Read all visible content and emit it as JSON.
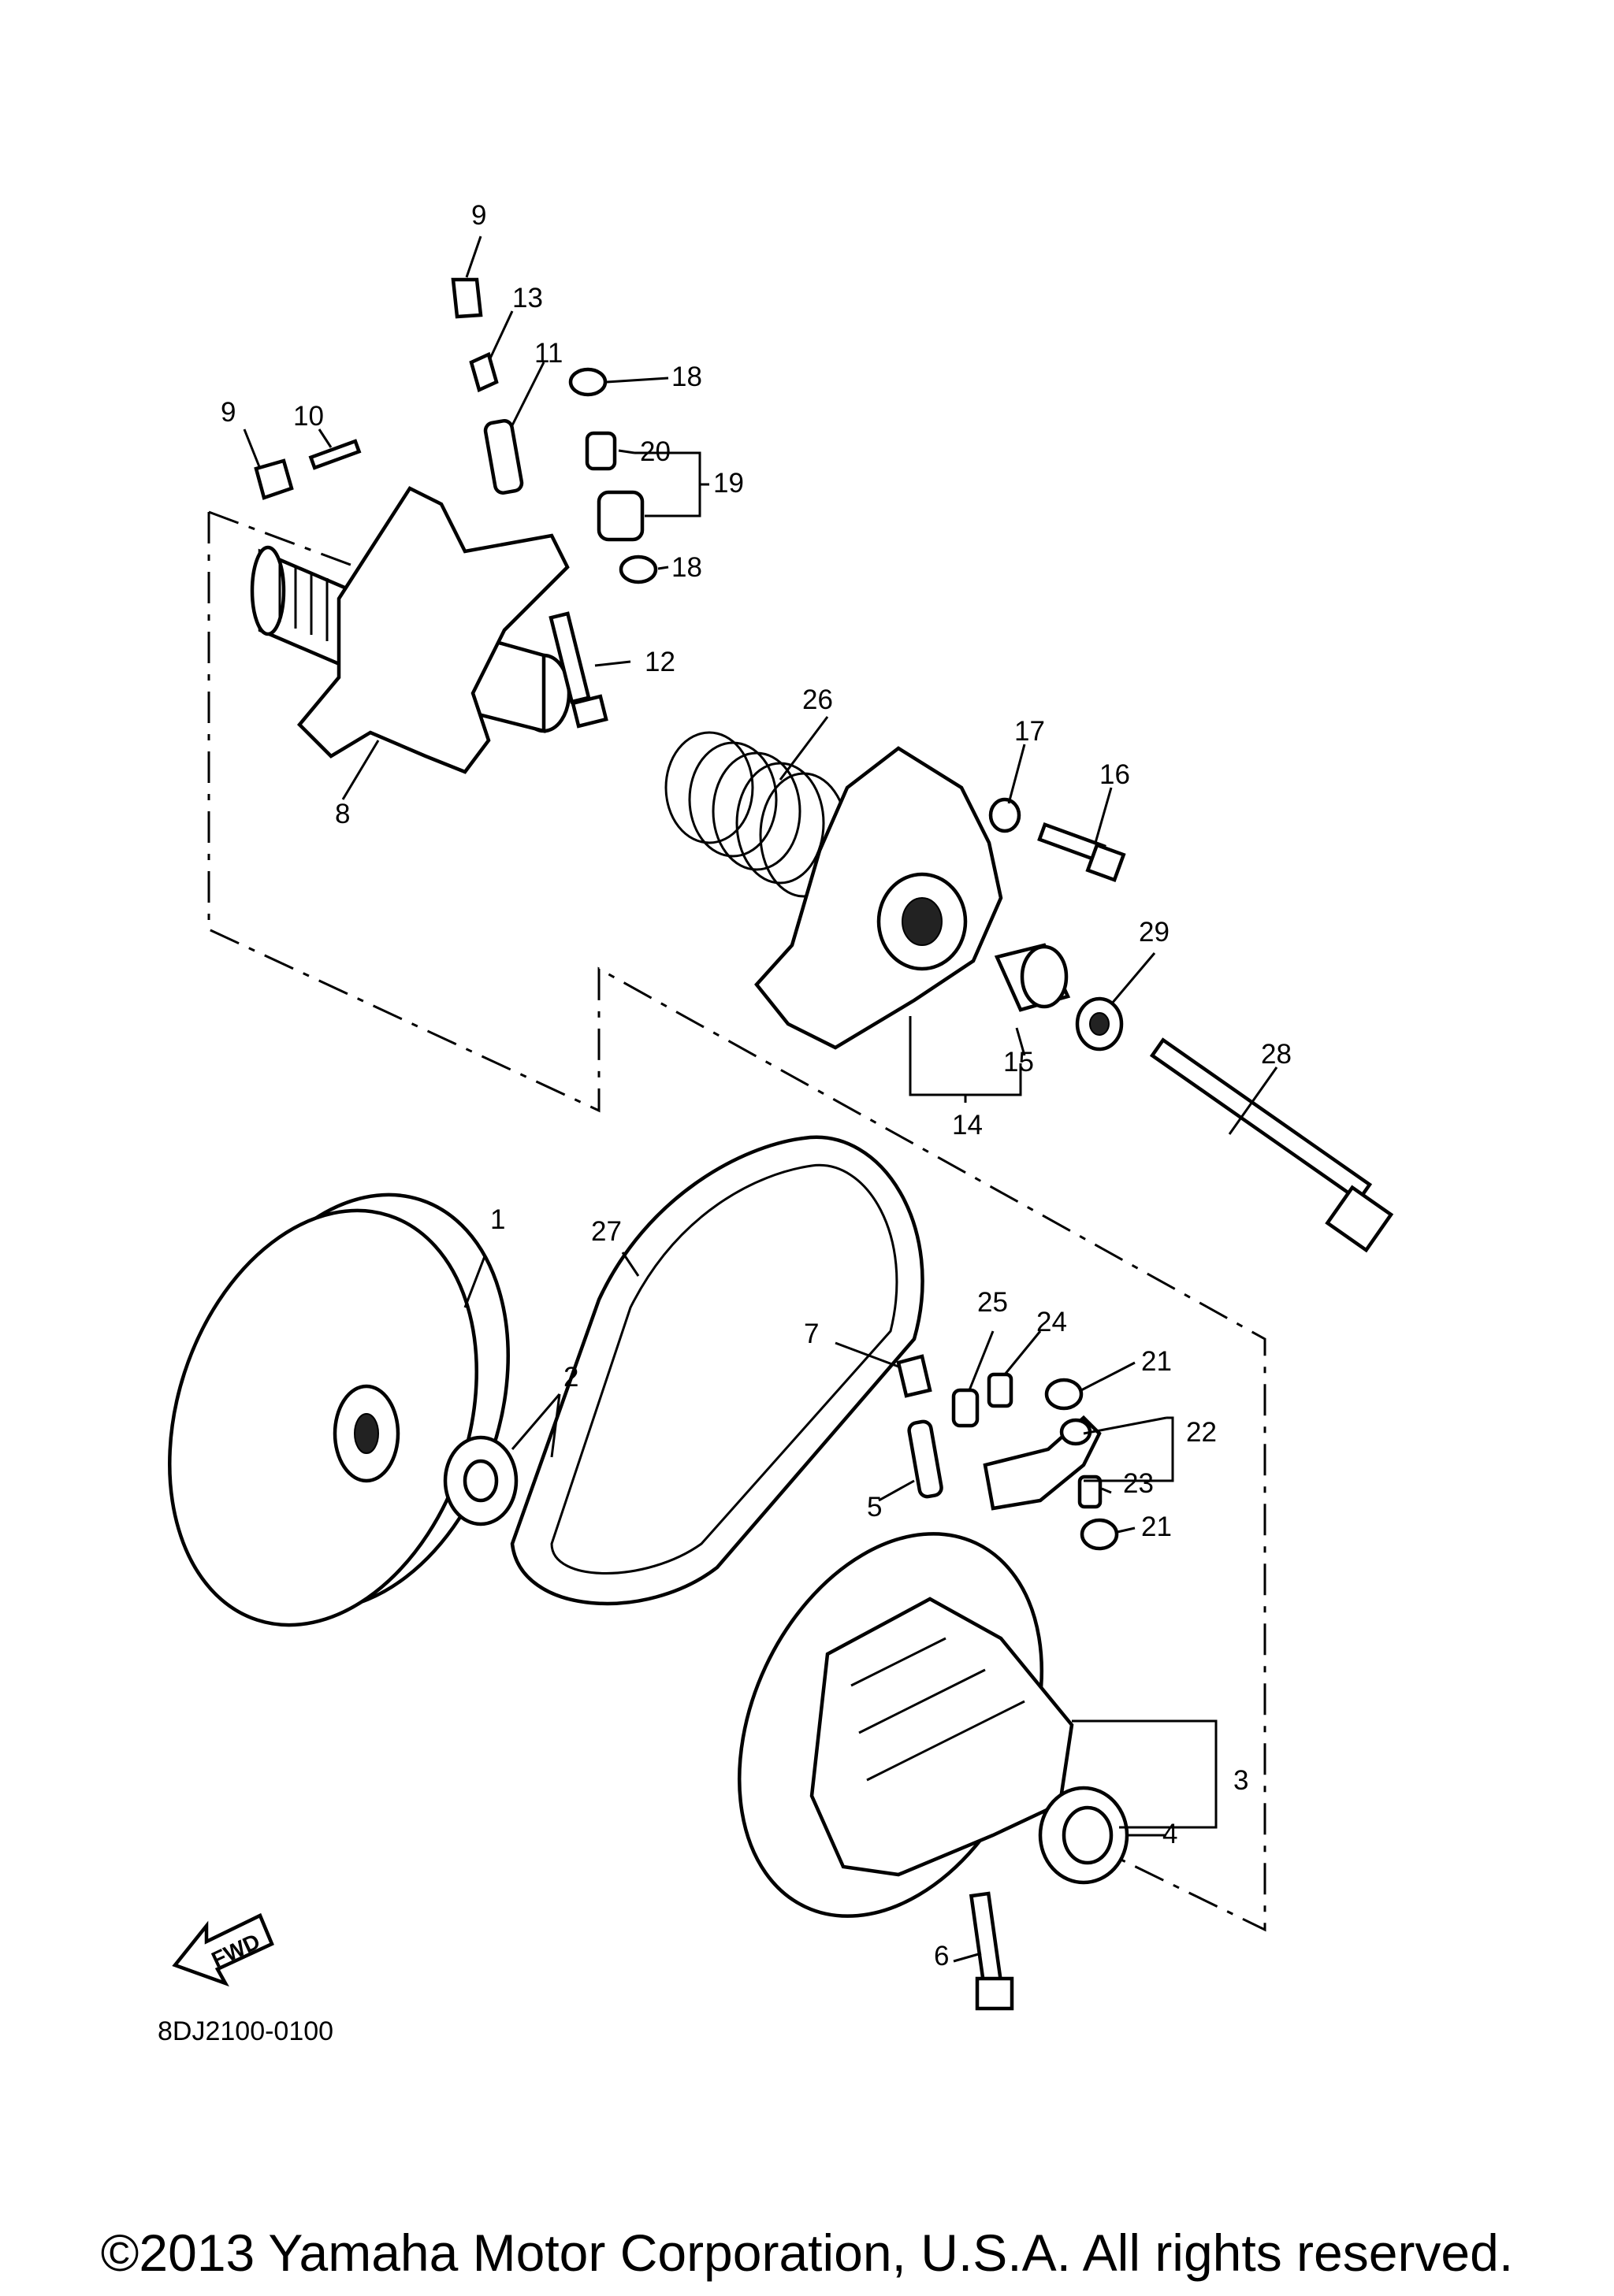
{
  "diagram": {
    "part_numbers": [
      "1",
      "2",
      "3",
      "4",
      "5",
      "6",
      "7",
      "8",
      "9",
      "10",
      "11",
      "12",
      "13",
      "14",
      "15",
      "16",
      "17",
      "18",
      "19",
      "20",
      "21",
      "22",
      "23",
      "24",
      "25",
      "26",
      "27",
      "28",
      "29"
    ],
    "diagram_code": "8DJ2100-0100",
    "fwd_label": "FWD"
  },
  "footer": {
    "copyright": "©2013 Yamaha Motor Corporation, U.S.A. All rights reserved."
  }
}
